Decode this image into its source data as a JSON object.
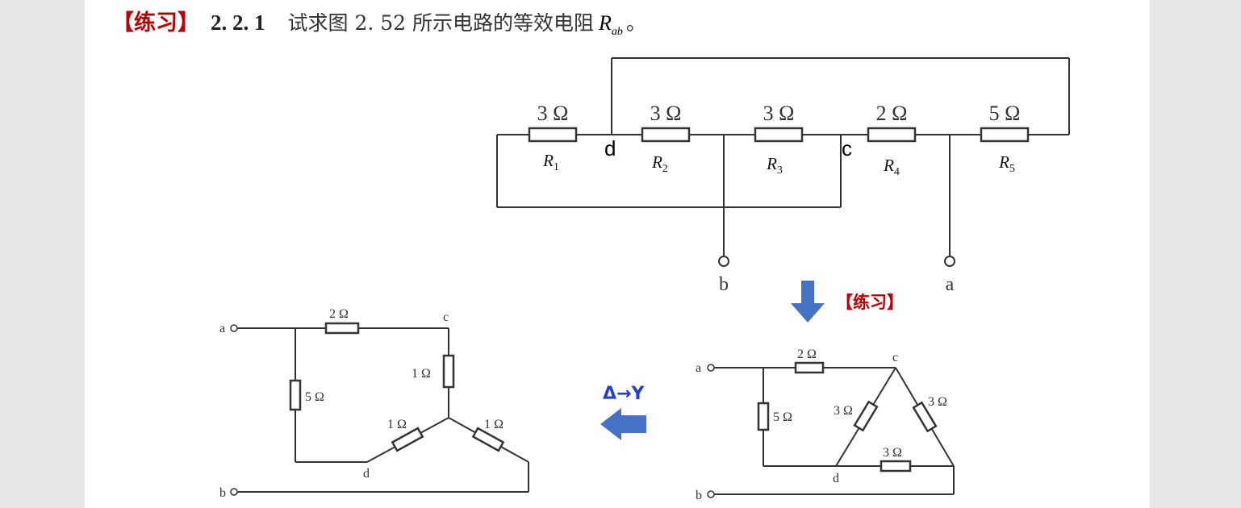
{
  "header": {
    "tag": "【练习】",
    "number": "2. 2. 1",
    "question": "试求图 2. 52 所示电路的等效电阻",
    "symbol": "R",
    "symbol_sub": "ab",
    "end_mark": "。"
  },
  "top_circuit": {
    "resistors": [
      {
        "value": "3 Ω",
        "name": "R",
        "sub": "1"
      },
      {
        "value": "3 Ω",
        "name": "R",
        "sub": "2"
      },
      {
        "value": "3 Ω",
        "name": "R",
        "sub": "3"
      },
      {
        "value": "2 Ω",
        "name": "R",
        "sub": "4"
      },
      {
        "value": "5 Ω",
        "name": "R",
        "sub": "5"
      }
    ],
    "node_d": "d",
    "node_c": "c",
    "terminal_b": "b",
    "terminal_a": "a"
  },
  "down_arrow_label": "【练习】",
  "transform_label": "Δ→Y",
  "delta_circuit": {
    "terminal_a": "a",
    "terminal_b": "b",
    "node_c": "c",
    "node_d": "d",
    "r_top": "2 Ω",
    "r_left": "5 Ω",
    "r_tri_left": "3 Ω",
    "r_tri_right": "3 Ω",
    "r_tri_bottom": "3 Ω"
  },
  "y_circuit": {
    "terminal_a": "a",
    "terminal_b": "b",
    "node_c": "c",
    "node_d": "d",
    "r_top": "2 Ω",
    "r_left": "5 Ω",
    "r_c": "1 Ω",
    "r_d": "1 Ω",
    "r_right": "1 Ω"
  },
  "colors": {
    "accent_red": "#c00000",
    "arrow_blue": "#4472c4",
    "label_blue": "#1f3fd8",
    "line": "#333333"
  }
}
